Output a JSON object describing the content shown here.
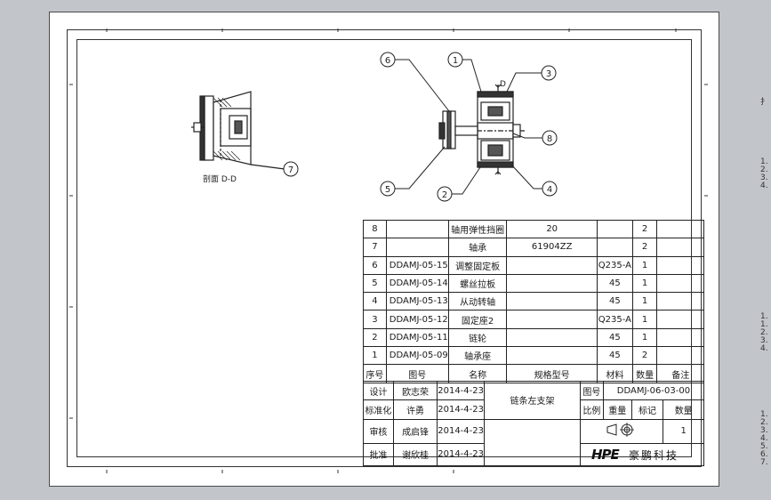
{
  "side_notes": {
    "top_label": "扌",
    "group1": [
      "1.",
      "2.",
      "3.",
      "4."
    ],
    "group2": [
      "1.",
      "1.",
      "2.",
      "3.",
      "4."
    ],
    "group3": [
      "1.",
      "2.",
      "3.",
      "4.",
      "5.",
      "6.",
      "7."
    ]
  },
  "drawing": {
    "section_label": "剖面 D-D",
    "section_marker": "D",
    "balloons": [
      "1",
      "2",
      "3",
      "4",
      "5",
      "6",
      "7",
      "8"
    ]
  },
  "bom": {
    "rows": [
      {
        "no": "8",
        "code": "",
        "name": "轴用弹性挡圈",
        "spec": "20",
        "material": "",
        "qty": "2",
        "note": ""
      },
      {
        "no": "7",
        "code": "",
        "name": "轴承",
        "spec": "61904ZZ",
        "material": "",
        "qty": "2",
        "note": ""
      },
      {
        "no": "6",
        "code": "DDAMJ-05-15",
        "name": "调整固定板",
        "spec": "",
        "material": "Q235-A",
        "qty": "1",
        "note": ""
      },
      {
        "no": "5",
        "code": "DDAMJ-05-14",
        "name": "螺丝拉板",
        "spec": "",
        "material": "45",
        "qty": "1",
        "note": ""
      },
      {
        "no": "4",
        "code": "DDAMJ-05-13",
        "name": "从动转轴",
        "spec": "",
        "material": "45",
        "qty": "1",
        "note": ""
      },
      {
        "no": "3",
        "code": "DDAMJ-05-12",
        "name": "固定座2",
        "spec": "",
        "material": "Q235-A",
        "qty": "1",
        "note": ""
      },
      {
        "no": "2",
        "code": "DDAMJ-05-11",
        "name": "链轮",
        "spec": "",
        "material": "45",
        "qty": "1",
        "note": ""
      },
      {
        "no": "1",
        "code": "DDAMJ-05-09",
        "name": "轴承座",
        "spec": "",
        "material": "45",
        "qty": "2",
        "note": ""
      }
    ],
    "header": {
      "no": "序号",
      "code": "图号",
      "name": "名称",
      "spec": "规格型号",
      "material": "材料",
      "qty": "数量",
      "note": "备注"
    }
  },
  "title_block": {
    "design_label": "设计",
    "design_name": "欧志荣",
    "design_date": "2014-4-23",
    "std_label": "标准化",
    "std_name": "许勇",
    "std_date": "2014-4-23",
    "check_label": "审核",
    "check_name": "成启锋",
    "check_date": "2014-4-23",
    "approve_label": "批准",
    "approve_name": "谢欣桂",
    "approve_date": "2014-4-23",
    "part_name": "链条左支架",
    "drawing_no_label": "图号",
    "drawing_no": "DDAMJ-06-03-00",
    "scale_label": "比例",
    "weight_label": "重量",
    "mark_label": "标记",
    "qty_label": "数量",
    "qty_value": "1",
    "logo": "HPE",
    "company": "豪鹏科技"
  }
}
